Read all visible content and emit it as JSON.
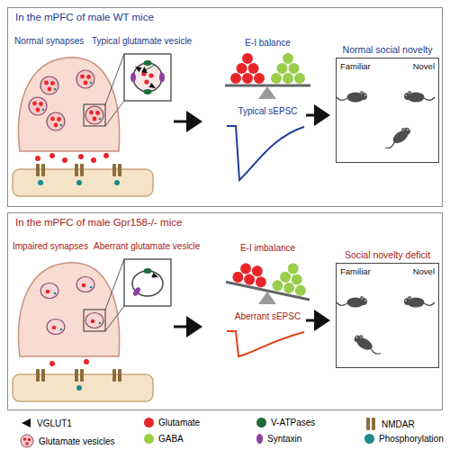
{
  "diagram": {
    "nodes": [
      {
        "text": [
          "In the mPFC of male WT mice"
        ]
      },
      {
        "text": [
          "Normal social novelty",
          "Familiar",
          "Novel"
        ],
        "in": 0
      },
      {
        "text": [
          "In the mPFC of male Gpr158-/- mice"
        ]
      },
      {
        "text": [
          "Social novelty deficit",
          "Familiar",
          "Novel"
        ],
        "in": 2
      }
    ],
    "labels": [
      "Normal synapses",
      "Typical glutamate vesicle",
      "E-I balance",
      "Typical sEPSC",
      "Impaired synapses",
      "Aberrant glutamate vesicle",
      "E-I imbalance",
      "Aberrant sEPSC"
    ],
    "legend": [
      {
        "text": "VGLUT1"
      },
      {
        "text": "Glutamate",
        "color": "#e8262a"
      },
      {
        "text": "V-ATPases",
        "color": "#1e6b3a"
      },
      {
        "text": "NMDAR"
      },
      {
        "text": "Glutamate vesicles"
      },
      {
        "text": "GABA",
        "color": "#9acd4a"
      },
      {
        "text": "Syntaxin",
        "color": "#8e3fa0"
      },
      {
        "text": "Phosphorylation",
        "color": "#1a8a8a"
      }
    ]
  }
}
